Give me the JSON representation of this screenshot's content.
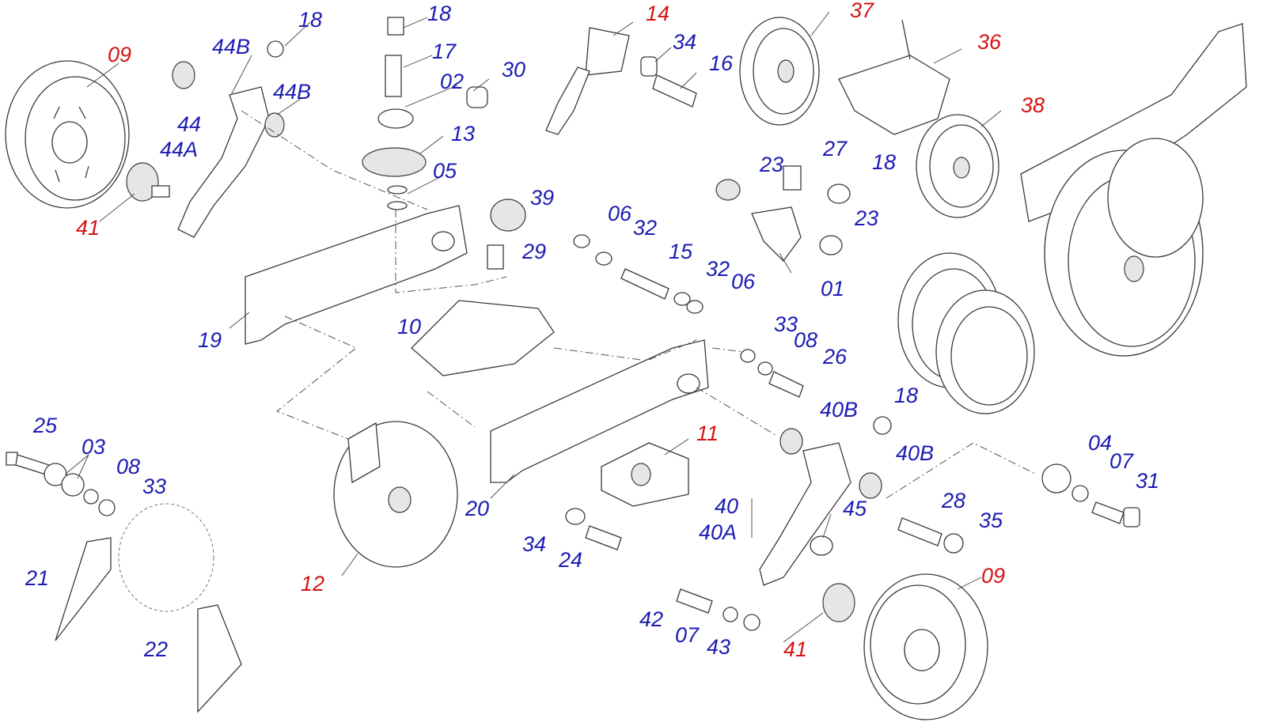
{
  "colors": {
    "standard": "#1c1cb4",
    "highlight": "#d41414",
    "lines": "#3a3a3a"
  },
  "callouts": [
    {
      "id": "c01",
      "text": "09",
      "color": "highlight"
    },
    {
      "id": "c02",
      "text": "18",
      "color": "standard"
    },
    {
      "id": "c03",
      "text": "44B",
      "color": "standard"
    },
    {
      "id": "c04",
      "text": "44B",
      "color": "standard"
    },
    {
      "id": "c05",
      "text": "44",
      "color": "standard"
    },
    {
      "id": "c06",
      "text": "44A",
      "color": "standard"
    },
    {
      "id": "c07",
      "text": "41",
      "color": "highlight"
    },
    {
      "id": "c08",
      "text": "18",
      "color": "standard"
    },
    {
      "id": "c09",
      "text": "17",
      "color": "standard"
    },
    {
      "id": "c10",
      "text": "02",
      "color": "standard"
    },
    {
      "id": "c11",
      "text": "30",
      "color": "standard"
    },
    {
      "id": "c12",
      "text": "13",
      "color": "standard"
    },
    {
      "id": "c13",
      "text": "05",
      "color": "standard"
    },
    {
      "id": "c14",
      "text": "14",
      "color": "highlight"
    },
    {
      "id": "c15",
      "text": "34",
      "color": "standard"
    },
    {
      "id": "c16",
      "text": "16",
      "color": "standard"
    },
    {
      "id": "c17",
      "text": "37",
      "color": "highlight"
    },
    {
      "id": "c18",
      "text": "36",
      "color": "highlight"
    },
    {
      "id": "c19",
      "text": "38",
      "color": "highlight"
    },
    {
      "id": "c20",
      "text": "23",
      "color": "standard"
    },
    {
      "id": "c21",
      "text": "27",
      "color": "standard"
    },
    {
      "id": "c22",
      "text": "18",
      "color": "standard"
    },
    {
      "id": "c23",
      "text": "23",
      "color": "standard"
    },
    {
      "id": "c24",
      "text": "01",
      "color": "standard"
    },
    {
      "id": "c25",
      "text": "39",
      "color": "standard"
    },
    {
      "id": "c26",
      "text": "29",
      "color": "standard"
    },
    {
      "id": "c27",
      "text": "06",
      "color": "standard"
    },
    {
      "id": "c28",
      "text": "32",
      "color": "standard"
    },
    {
      "id": "c29",
      "text": "15",
      "color": "standard"
    },
    {
      "id": "c30",
      "text": "32",
      "color": "standard"
    },
    {
      "id": "c31",
      "text": "06",
      "color": "standard"
    },
    {
      "id": "c32",
      "text": "19",
      "color": "standard"
    },
    {
      "id": "c33",
      "text": "10",
      "color": "standard"
    },
    {
      "id": "c34",
      "text": "33",
      "color": "standard"
    },
    {
      "id": "c35",
      "text": "08",
      "color": "standard"
    },
    {
      "id": "c36",
      "text": "26",
      "color": "standard"
    },
    {
      "id": "c37",
      "text": "40B",
      "color": "standard"
    },
    {
      "id": "c38",
      "text": "18",
      "color": "standard"
    },
    {
      "id": "c39",
      "text": "40B",
      "color": "standard"
    },
    {
      "id": "c40",
      "text": "04",
      "color": "standard"
    },
    {
      "id": "c41",
      "text": "07",
      "color": "standard"
    },
    {
      "id": "c42",
      "text": "31",
      "color": "standard"
    },
    {
      "id": "c43",
      "text": "25",
      "color": "standard"
    },
    {
      "id": "c44",
      "text": "03",
      "color": "standard"
    },
    {
      "id": "c45",
      "text": "08",
      "color": "standard"
    },
    {
      "id": "c46",
      "text": "33",
      "color": "standard"
    },
    {
      "id": "c47",
      "text": "11",
      "color": "highlight"
    },
    {
      "id": "c48",
      "text": "20",
      "color": "standard"
    },
    {
      "id": "c49",
      "text": "40",
      "color": "standard"
    },
    {
      "id": "c50",
      "text": "40A",
      "color": "standard"
    },
    {
      "id": "c51",
      "text": "45",
      "color": "standard"
    },
    {
      "id": "c52",
      "text": "28",
      "color": "standard"
    },
    {
      "id": "c53",
      "text": "35",
      "color": "standard"
    },
    {
      "id": "c54",
      "text": "34",
      "color": "standard"
    },
    {
      "id": "c55",
      "text": "24",
      "color": "standard"
    },
    {
      "id": "c56",
      "text": "12",
      "color": "highlight"
    },
    {
      "id": "c57",
      "text": "21",
      "color": "standard"
    },
    {
      "id": "c58",
      "text": "22",
      "color": "standard"
    },
    {
      "id": "c59",
      "text": "42",
      "color": "standard"
    },
    {
      "id": "c60",
      "text": "07",
      "color": "standard"
    },
    {
      "id": "c61",
      "text": "43",
      "color": "standard"
    },
    {
      "id": "c62",
      "text": "41",
      "color": "highlight"
    },
    {
      "id": "c63",
      "text": "09",
      "color": "highlight"
    }
  ]
}
